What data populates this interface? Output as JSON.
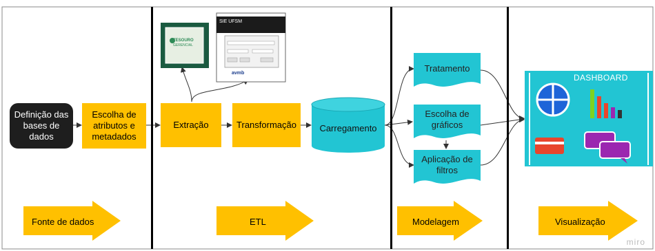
{
  "colors": {
    "yellow": "#FFC000",
    "cyan": "#22C5D3",
    "dark": "#1e1e1e"
  },
  "stages": {
    "fonte": {
      "banner": "Fonte de dados",
      "box1": "Definição das bases de dados",
      "box2": "Escolha de atributos e metadados"
    },
    "etl": {
      "banner": "ETL",
      "extracao": "Extração",
      "transformacao": "Transformação",
      "carregamento": "Carregamento"
    },
    "modelagem": {
      "banner": "Modelagem",
      "doc1": "Tratamento",
      "doc2": "Escolha de gráficos",
      "doc3": "Aplicação de filtros"
    },
    "visualizacao": {
      "banner": "Visualização",
      "dashboard_title": "DASHBOARD"
    }
  },
  "screenshots": {
    "tesouro": {
      "brand": "TESOURO",
      "sub": "GERENCIAL"
    },
    "siafi": {
      "title": "SIE UFSM",
      "brand": "avmb"
    }
  },
  "watermark": "miro"
}
